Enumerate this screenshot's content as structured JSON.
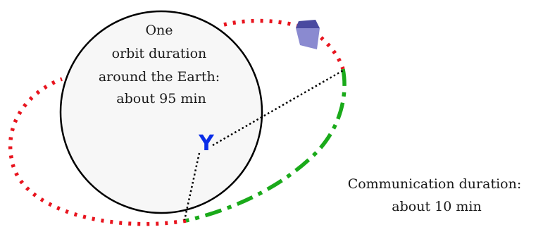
{
  "earth": {
    "label_lines": [
      "One",
      "orbit duration",
      "around the Earth:",
      "about 95 min"
    ],
    "fill_color": "#f7f7f7",
    "stroke_color": "#000000"
  },
  "ground_station": {
    "symbol": "Y",
    "color": "#0a2ee8"
  },
  "orbit": {
    "no_contact_color": "#e8141e",
    "contact_color": "#1aaa1a"
  },
  "communication": {
    "label_lines": [
      "Communication duration:",
      "about 10 min"
    ]
  },
  "satellite": {
    "icon": "satellite-icon",
    "top_color": "#4a4aa0",
    "side_color": "#8a8ad0"
  }
}
